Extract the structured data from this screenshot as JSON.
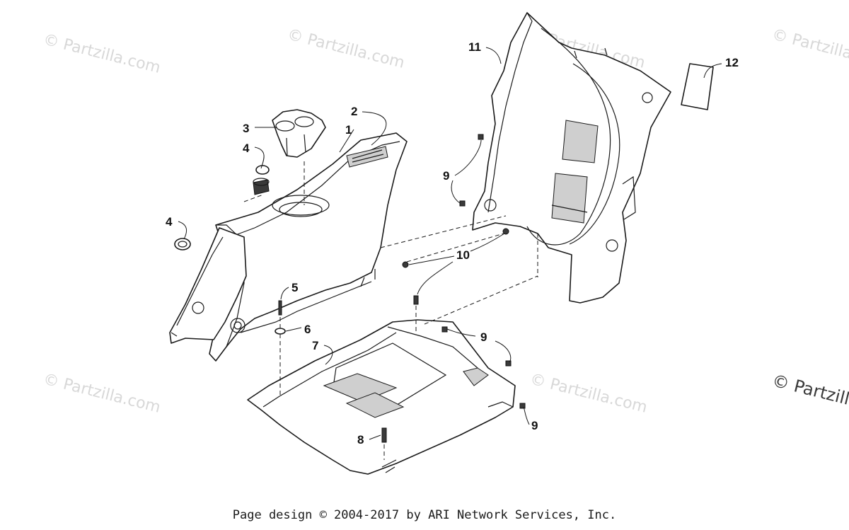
{
  "watermark": "© Partzilla.com",
  "footer": "Page design © 2004-2017 by ARI Network Services, Inc.",
  "callouts": {
    "c1": "1",
    "c2": "2",
    "c3": "3",
    "c4a": "4",
    "c4b": "4",
    "c5": "5",
    "c6": "6",
    "c7": "7",
    "c8": "8",
    "c9a": "9",
    "c9b": "9",
    "c9c": "9",
    "c10": "10",
    "c11": "11",
    "c12": "12"
  }
}
